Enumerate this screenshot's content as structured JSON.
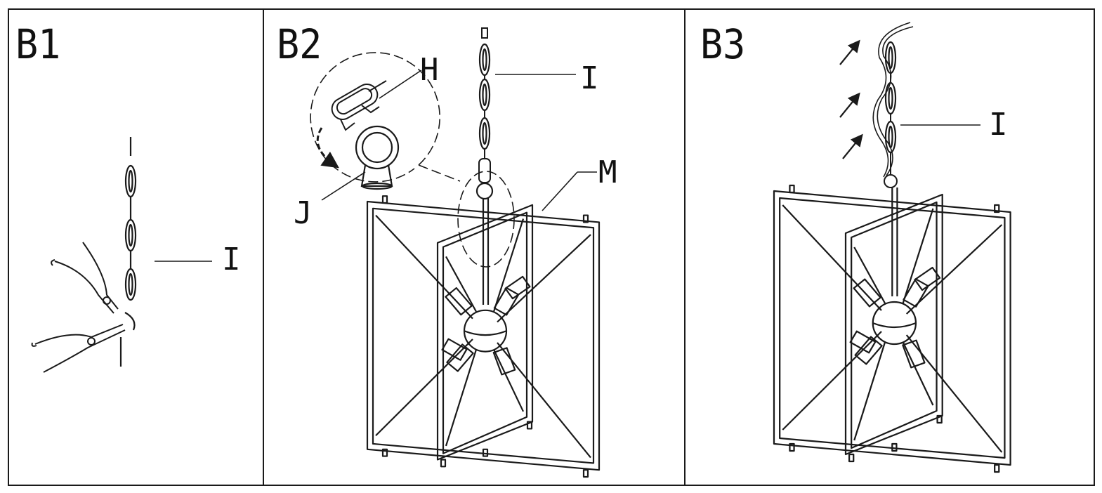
{
  "panels": [
    {
      "step": "B1",
      "callouts": [
        {
          "label": "I",
          "part": "chain"
        }
      ],
      "icons": [
        "chain-icon",
        "pliers-icon"
      ]
    },
    {
      "step": "B2",
      "callouts": [
        {
          "label": "H",
          "part": "chain-connector-link"
        },
        {
          "label": "I",
          "part": "chain"
        },
        {
          "label": "J",
          "part": "loop-ring"
        },
        {
          "label": "M",
          "part": "fixture-frame"
        }
      ],
      "icons": [
        "chain-icon",
        "connector-link-icon",
        "loop-ring-icon",
        "rotate-arrow-icon",
        "pendant-frame-icon"
      ]
    },
    {
      "step": "B3",
      "callouts": [
        {
          "label": "I",
          "part": "chain"
        }
      ],
      "icons": [
        "chain-icon",
        "wire-icon",
        "up-arrow-icon",
        "pendant-frame-icon"
      ]
    }
  ],
  "colors": {
    "line": "#1a1a1a",
    "background": "#ffffff"
  }
}
